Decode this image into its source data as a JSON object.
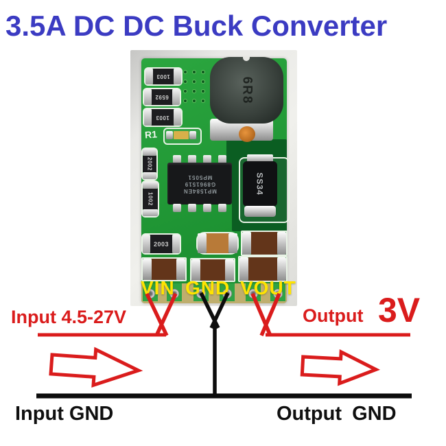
{
  "title": {
    "text": "3.5A DC DC Buck Converter",
    "color": "#3b3bc2"
  },
  "photo": {
    "board": {
      "silkscreen_r1": "R1",
      "resistor_top_1": "1003",
      "resistor_top_2": "6592",
      "resistor_top_3": "1003",
      "resistor_side_1": "2002",
      "resistor_side_2": "1002",
      "resistor_mid": "2003",
      "ic_line_1": "MP1584EN",
      "ic_line_2": "G8961519",
      "ic_line_3": "MP5051",
      "diode_marking": "SS34",
      "inductor_marking": "6R8"
    },
    "pin_labels": {
      "vin": "VIN",
      "gnd": "GND",
      "vout": "VOUT",
      "color": "#ffe400"
    }
  },
  "annotations": {
    "input_voltage": "Input 4.5-27V",
    "output_label": "Output",
    "output_value": "3V",
    "input_gnd": "Input GND",
    "output_gnd": "Output GND",
    "wire_red": "#da1c1c",
    "wire_black": "#0d0d0d"
  }
}
